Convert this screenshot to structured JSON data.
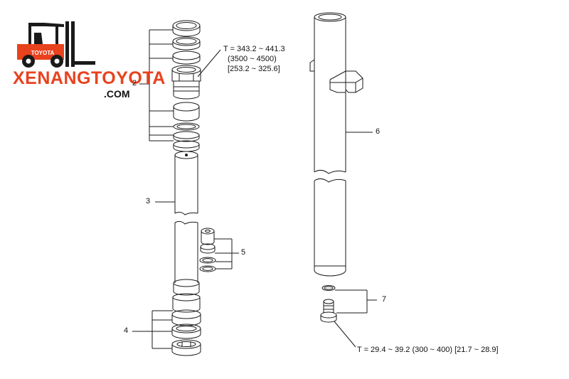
{
  "logo": {
    "brand": "XENANGTOYOTA",
    "domain": ".COM",
    "truck_badge": "TOYOTA",
    "brand_color": "#e8421e"
  },
  "callouts": {
    "c2": "2",
    "c3": "3",
    "c4": "4",
    "c5": "5",
    "c6": "6",
    "c7": "7"
  },
  "torque_top": {
    "line1": "T = 343.2 ~ 441.3",
    "line2": "(3500 ~ 4500)",
    "line3": "[253.2 ~ 325.6]"
  },
  "torque_bottom": {
    "line1": "T = 29.4 ~ 39.2 (300 ~ 400) [21.7 ~ 28.9]"
  }
}
